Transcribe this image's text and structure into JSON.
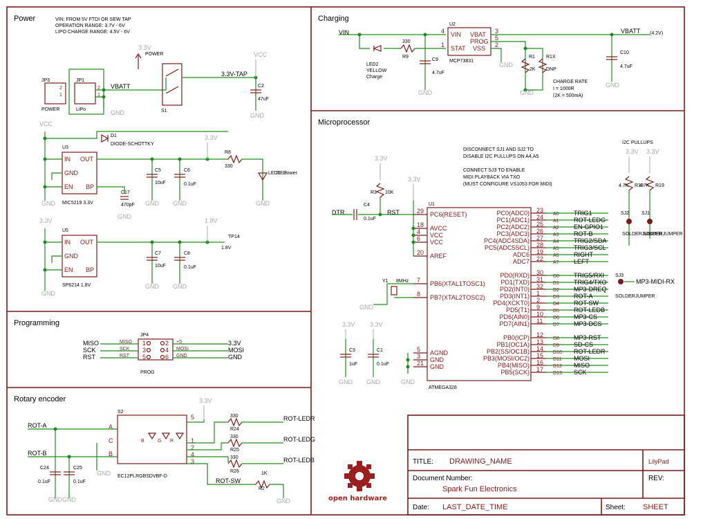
{
  "sections": {
    "power": "Power",
    "charging": "Charging",
    "microprocessor": "Microprocessor",
    "programming": "Programming",
    "rotary": "Rotary encoder"
  },
  "power_notes": [
    "VIN: FROM 5V FTDI OR SEW TAP",
    "OPERATION RANGE: 3.7V - 6V",
    "LIPO CHARGE RANGE: 4.5V - 6V"
  ],
  "charge_notes": [
    "CHARGE RATE",
    "I = 1000R",
    "(2K = 500mA)"
  ],
  "micro_notes": [
    "DISCONNECT SJ1 AND SJ2 TO",
    "DISABLE I2C PULLUPS ON A4,A5",
    "",
    "CONNECT SJ3 TO ENABLE",
    "MIDI PLAYBACK VIA TXO",
    "(MUST CONFIGURE VS1053 FOR MIDI)"
  ],
  "i2c_label": "I2C PULLUPS",
  "nets": {
    "vin": "VIN",
    "vbatt": "VBATT",
    "vbatt_v": "(4.2V)",
    "tap": "3.3V-TAP",
    "v33": "3.3V",
    "vcc": "VCC",
    "gnd": "GND",
    "v18": "1.8V",
    "dtr": "DTR",
    "rst": "RST",
    "miso": "MISO",
    "sck": "SCK",
    "mosi": "MOSI",
    "rota": "ROT-A",
    "rotb": "ROT-B",
    "rotledr": "ROT-LEDR",
    "rotledg": "ROT-LEDG",
    "rotledb": "ROT-LEDB",
    "rotsw": "ROT-SW",
    "mp3midi": "MP3-MIDI-RX"
  },
  "parts": {
    "jp3": "JP3",
    "jp3v": "POWER",
    "jp1": "JP1",
    "jp1v": "LiPo",
    "s1": "S1",
    "s1v": "POWER",
    "c2": "C2",
    "c2v": "47uF",
    "d1": "D1",
    "d1v": "DIODE-SCHOTTKY",
    "u3": "U3",
    "u3v": "MIC5219 3.3V",
    "u5": "U5",
    "u5v": "SP6214 1.8V",
    "c5": "C5",
    "c5v": "10uF",
    "c6": "C6",
    "c6v": "0.1uF",
    "c7": "C7",
    "c7v": "10uF",
    "c8": "C8",
    "c8v": "0.1uF",
    "c17": "C17",
    "c17v": "470pF",
    "r8": "R8",
    "r8v": "330",
    "led1": "LED1",
    "led1c": "RED",
    "led1f": "Power",
    "tp14": "TP14",
    "tp14v": "1.8V",
    "u2": "U2",
    "u2v": "MCP73831",
    "led2": "LED2",
    "led2c": "YELLOW",
    "led2f": "Charge",
    "r9": "R9",
    "r9v": "330",
    "c9": "C9",
    "c9v": "4.7uF",
    "r1": "R1",
    "r1v": "2K",
    "r1x": "R1X",
    "r1xv": "DNP",
    "c10": "C10",
    "c10v": "4.7uF",
    "u1": "U1",
    "u1v": "ATMEGA328",
    "r3": "R3",
    "r3v": "10K",
    "c4": "C4",
    "c4v": "0.1uF",
    "y1": "Y1",
    "y1v": "8MHz",
    "c3": "C3",
    "c3v": "1uF",
    "c1": "C1",
    "c1v": "0.1uF",
    "r18": "R18",
    "r19": "R19",
    "r18v": "4.7K",
    "r19v": "4.7K",
    "sj2": "SJ2",
    "sj1": "SJ1",
    "sjv": "SOLDERJUMPER",
    "sj3": "SJ3",
    "sj3v": "SOLDERJUMPER",
    "jp4": "JP4",
    "jp4v": "PROG",
    "s2": "S2",
    "s2v": "EC12PLRGBSDVBF-D",
    "r24": "R24",
    "r25": "R25",
    "r26": "R26",
    "rv": "330",
    "r2": "R2",
    "r2v": "1K",
    "c24": "C24",
    "c25": "C25",
    "c24v": "0.1uF",
    "c25v": "0.1uF"
  },
  "u2_pins": {
    "vin": "VIN",
    "stat": "STAT",
    "vbat": "VBAT",
    "prog": "PROG",
    "vss": "VSS",
    "n4": "4",
    "n1": "1",
    "n3": "3",
    "n5": "5",
    "n2": "2"
  },
  "reg_pins": {
    "in": "IN",
    "out": "OUT",
    "gnd": "GND",
    "en": "EN",
    "bp": "BP"
  },
  "u1_left": [
    {
      "num": "29",
      "name": "PC6(RESET)"
    },
    {
      "num": "18",
      "name": "AVCC"
    },
    {
      "num": "4",
      "name": "VCC"
    },
    {
      "num": "6",
      "name": "VCC"
    },
    {
      "num": "20",
      "name": "AREF"
    },
    {
      "num": "7",
      "name": "PB6(XTAL1TOSC1)"
    },
    {
      "num": "8",
      "name": "PB7(XTAL2TOSC2)"
    },
    {
      "num": "5",
      "name": "AGND"
    },
    {
      "num": "3",
      "name": "GND"
    },
    {
      "num": "21",
      "name": "GND"
    }
  ],
  "u1_right": [
    {
      "num": "23",
      "name": "PC0(ADC0)",
      "alias": "A0",
      "net": "TRIG1"
    },
    {
      "num": "24",
      "name": "PC1(ADC1)",
      "alias": "A1",
      "net": "ROT-LEDG"
    },
    {
      "num": "25",
      "name": "PC2(ADC2)",
      "alias": "A2",
      "net": "EN-GPIO1"
    },
    {
      "num": "26",
      "name": "PC3(ADC3)",
      "alias": "A3",
      "net": "ROT-B"
    },
    {
      "num": "27",
      "name": "PC4(ADC4SDA)",
      "alias": "A4",
      "net": "TRIG2/SDA"
    },
    {
      "num": "28",
      "name": "PC5(ADC5SCL)",
      "alias": "A5",
      "net": "TRIG3/SCL"
    },
    {
      "num": "19",
      "name": "ADC6",
      "alias": "A6",
      "net": "RIGHT"
    },
    {
      "num": "22",
      "name": "ADC7",
      "alias": "A7",
      "net": "LEFT"
    },
    {
      "num": "30",
      "name": "PD0(RXD)",
      "alias": "D0",
      "net": "TRIG5/RXI"
    },
    {
      "num": "31",
      "name": "PD1(TXD)",
      "alias": "D1",
      "net": "TRIG4/TXO"
    },
    {
      "num": "32",
      "name": "PD2(INT0)",
      "alias": "D2",
      "net": "MP3-DREQ"
    },
    {
      "num": "1",
      "name": "PD3(INT1)",
      "alias": "D3",
      "net": "ROT-A"
    },
    {
      "num": "2",
      "name": "PD4(XCKT0)",
      "alias": "D4",
      "net": "ROT-SW"
    },
    {
      "num": "9",
      "name": "PD5(T1)",
      "alias": "D5",
      "net": "ROT-LEDB"
    },
    {
      "num": "10",
      "name": "PD6(AIN0)",
      "alias": "D6",
      "net": "MP3-CS"
    },
    {
      "num": "11",
      "name": "PD7(AIN1)",
      "alias": "D7",
      "net": "MP3-DCS"
    },
    {
      "num": "12",
      "name": "PB0(ICP)",
      "alias": "D8",
      "net": "MP3-RST"
    },
    {
      "num": "13",
      "name": "PB1(OC1A)",
      "alias": "D9",
      "net": "SD-CS"
    },
    {
      "num": "14",
      "name": "PB2(SS/OC1B)",
      "alias": "D10",
      "net": "ROT-LEDR"
    },
    {
      "num": "15",
      "name": "PB3(MOSI/OC2)",
      "alias": "D11",
      "net": "MOSI"
    },
    {
      "num": "16",
      "name": "PB4(MISO)",
      "alias": "D12",
      "net": "MISO"
    },
    {
      "num": "17",
      "name": "PB5(SCK)",
      "alias": "D13",
      "net": "SCK"
    }
  ],
  "prog_pins": {
    "l1": "MISO",
    "l3": "SCK",
    "l5": "RST",
    "r2": "+5",
    "r4": "MOSI",
    "r6": "GND"
  },
  "encoder_pins": {
    "a": "A",
    "c": "C",
    "b": "B",
    "lb": "B",
    "lg": "G",
    "lr": "R"
  },
  "title_block": {
    "title_label": "TITLE:",
    "title": "DRAWING_NAME",
    "board": "LilyPad",
    "docnum_label": "Document Number:",
    "company": "Spark Fun Electronics",
    "rev_label": "REV:",
    "date_label": "Date:",
    "date": "LAST_DATE_TIME",
    "sheet_label": "Sheet:",
    "sheet": "SHEET",
    "logo_text": "open hardware"
  },
  "colors": {
    "part": "#7b1a1a",
    "wire": "#1f8a1f",
    "supply": "#a8a8a8",
    "frame": "#7b1a1a"
  }
}
